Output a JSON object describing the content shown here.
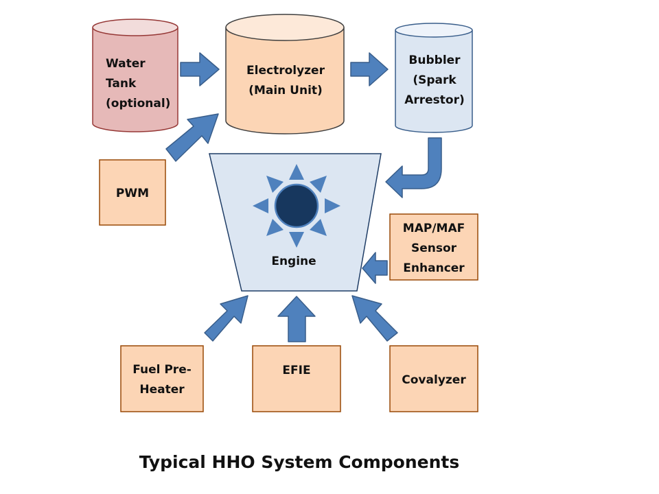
{
  "title": "Typical HHO System Components",
  "colors": {
    "arrow_fill": "#4F81BD",
    "arrow_stroke": "#385D8A",
    "water_tank_fill": "#E6B9B8",
    "water_tank_top": "#F2DCDB",
    "water_tank_stroke": "#953735",
    "electrolyzer_fill": "#FCD5B5",
    "electrolyzer_top": "#FDE9D9",
    "electrolyzer_stroke": "#3F3F3F",
    "bubbler_fill": "#DCE6F2",
    "bubbler_top": "#EEF3FA",
    "bubbler_stroke": "#385D8A",
    "box_fill": "#FCD5B5",
    "box_stroke": "#984807",
    "engine_fill": "#DCE6F2",
    "engine_stroke": "#1F3D66",
    "sun_fill": "#17375E",
    "sun_stroke": "#4F81BD",
    "sun_ray_fill": "#4F81BD"
  },
  "nodes": {
    "water_tank": {
      "lines": [
        "Water",
        "Tank",
        "(optional)"
      ],
      "shape": "cylinder"
    },
    "electrolyzer": {
      "lines": [
        "Electrolyzer",
        "(Main Unit)"
      ],
      "shape": "cylinder"
    },
    "bubbler": {
      "lines": [
        "Bubbler",
        "(Spark",
        "Arrestor)"
      ],
      "shape": "cylinder"
    },
    "pwm": {
      "lines": [
        "PWM"
      ],
      "shape": "box"
    },
    "engine": {
      "lines": [
        "Engine"
      ],
      "shape": "trapezoid",
      "icon": "sun-icon"
    },
    "map_maf": {
      "lines": [
        "MAP/MAF",
        "Sensor",
        "Enhancer"
      ],
      "shape": "box"
    },
    "fuel_preheater": {
      "lines": [
        "Fuel Pre-",
        "Heater"
      ],
      "shape": "box"
    },
    "efie": {
      "lines": [
        "EFIE"
      ],
      "shape": "box"
    },
    "covalyzer": {
      "lines": [
        "Covalyzer"
      ],
      "shape": "box"
    }
  },
  "edges": [
    {
      "from": "water_tank",
      "to": "electrolyzer"
    },
    {
      "from": "electrolyzer",
      "to": "bubbler"
    },
    {
      "from": "pwm",
      "to": "electrolyzer"
    },
    {
      "from": "bubbler",
      "to": "engine"
    },
    {
      "from": "map_maf",
      "to": "engine"
    },
    {
      "from": "fuel_preheater",
      "to": "engine"
    },
    {
      "from": "efie",
      "to": "engine"
    },
    {
      "from": "covalyzer",
      "to": "engine"
    }
  ]
}
